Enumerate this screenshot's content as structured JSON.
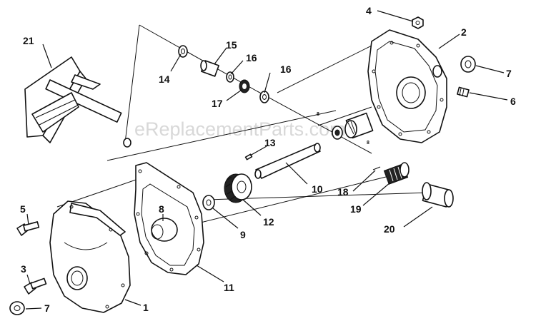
{
  "watermark": "eReplacementParts.com",
  "callouts": [
    {
      "id": "c1",
      "text": "1"
    },
    {
      "id": "c2",
      "text": "2"
    },
    {
      "id": "c3",
      "text": "3"
    },
    {
      "id": "c4",
      "text": "4"
    },
    {
      "id": "c5",
      "text": "5"
    },
    {
      "id": "c6",
      "text": "6"
    },
    {
      "id": "c7a",
      "text": "7"
    },
    {
      "id": "c7b",
      "text": "7"
    },
    {
      "id": "c8a",
      "text": "8"
    },
    {
      "id": "c8b",
      "text": "8"
    },
    {
      "id": "c8c",
      "text": "8"
    },
    {
      "id": "c9",
      "text": "9"
    },
    {
      "id": "c10",
      "text": "10"
    },
    {
      "id": "c11",
      "text": "11"
    },
    {
      "id": "c12",
      "text": "12"
    },
    {
      "id": "c13",
      "text": "13"
    },
    {
      "id": "c14",
      "text": "14"
    },
    {
      "id": "c15",
      "text": "15"
    },
    {
      "id": "c16a",
      "text": "16"
    },
    {
      "id": "c16b",
      "text": "16"
    },
    {
      "id": "c17",
      "text": "17"
    },
    {
      "id": "c18",
      "text": "18"
    },
    {
      "id": "c19",
      "text": "19"
    },
    {
      "id": "c20",
      "text": "20"
    },
    {
      "id": "c21",
      "text": "21"
    }
  ]
}
